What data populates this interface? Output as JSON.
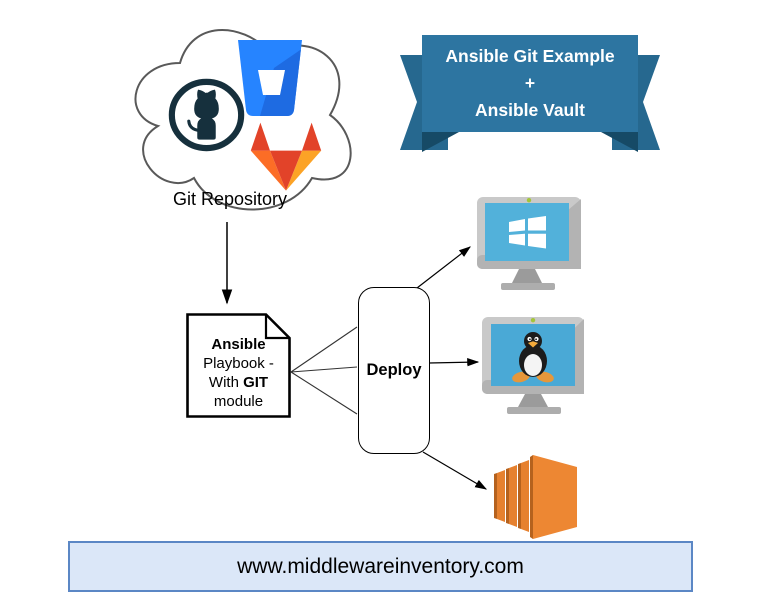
{
  "banner": {
    "line1": "Ansible Git Example",
    "line2": "+",
    "line3": "Ansible Vault"
  },
  "cloud": {
    "label": "Git Repository",
    "platform_icons": [
      "github-logo",
      "bitbucket-logo",
      "gitlab-logo"
    ]
  },
  "playbook": {
    "line1": "Ansible",
    "line2": "Playbook -",
    "line3_prefix": "With ",
    "line3_bold": "GIT",
    "line4": "module"
  },
  "deploy_box": {
    "label": "Deploy"
  },
  "targets": [
    "windows-server-monitor",
    "linux-server-monitor",
    "aws-ec2-instance"
  ],
  "footer": {
    "url": "www.middlewareinventory.com"
  },
  "colors": {
    "banner_band": "#2d75a1",
    "banner_tail": "#26688f",
    "banner_fold": "#164a66",
    "github_dark": "#16303d",
    "bitbucket_blue": "#2684ff",
    "bitbucket_dark": "#1e6be2",
    "gitlab_red": "#e24329",
    "gitlab_orange": "#fc6d26",
    "gitlab_yellow": "#fca326",
    "monitor_frame": "#c9c9c9",
    "monitor_shade": "#b3b3b3",
    "screen_blue": "#52b1da",
    "led_green": "#a3c53a",
    "stand_gray": "#9b9b9b",
    "aws_orange": "#ed8733",
    "aws_dark": "#b5621e",
    "footer_bg": "#dbe7f8",
    "footer_border": "#5b87c5"
  }
}
